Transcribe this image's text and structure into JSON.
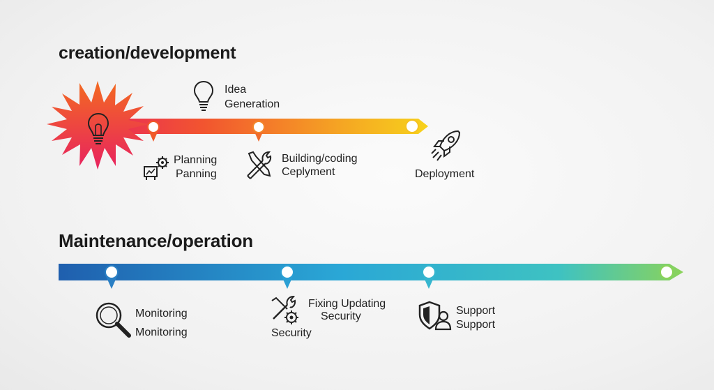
{
  "sections": {
    "creation": {
      "title": "creation/development",
      "labels": {
        "idea_1": "Idea",
        "idea_2": "Generation",
        "planning_1": "Planning",
        "planning_2": "Panning",
        "building_1": "Building/coding",
        "building_2": "Ceplyment",
        "deployment": "Deployment"
      }
    },
    "maintenance": {
      "title": "Maintenance/operation",
      "labels": {
        "monitoring_1": "Monitoring",
        "monitoring_2": "Monitoring",
        "fixing_1": "Fixing Updating",
        "fixing_2": "Security",
        "fixing_3": "Security",
        "support_1": "Support",
        "support_2": "Support"
      }
    }
  },
  "colors": {
    "creation_gradient": [
      "#e8235f",
      "#f2552f",
      "#f5a623",
      "#f7d21c"
    ],
    "maintenance_gradient": [
      "#1f5fae",
      "#2aa7d6",
      "#3ec2c2",
      "#8bd35a"
    ],
    "burst": [
      "#f36a21",
      "#e8235f"
    ]
  },
  "icons": [
    "lightbulb-icon",
    "planning-gear-icon",
    "wrench-screwdriver-icon",
    "rocket-icon",
    "magnifier-icon",
    "wrench-gear-icon",
    "shield-user-icon"
  ]
}
